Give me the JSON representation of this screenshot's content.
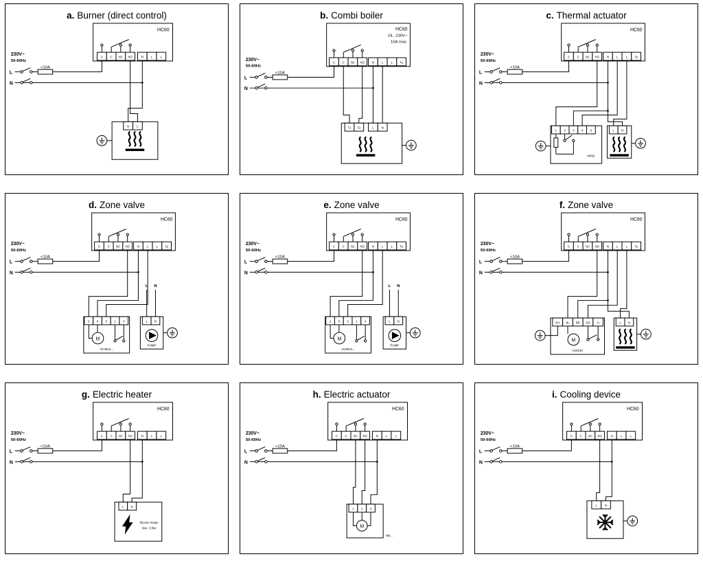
{
  "doc": {
    "bg": "#ffffff",
    "ink": "#000000"
  },
  "panels": [
    {
      "letter": "a.",
      "title": "Burner (direct control)",
      "model": "HC60",
      "voltage": "230V~",
      "freq": "50-60Hz",
      "fuse": "<10A",
      "line": "L",
      "neutral": "N",
      "terminals": [
        "C",
        "C",
        "NC",
        "NO",
        "N",
        "L",
        "L"
      ],
      "load": {
        "terminals": [
          "N",
          "L"
        ]
      }
    },
    {
      "letter": "b.",
      "title": "Combi boiler",
      "model": "HC60",
      "rating1": "24...230V~",
      "rating2": "10A max.",
      "voltage": "230V~",
      "freq": "50-60Hz",
      "fuse": "<10A",
      "line": "L",
      "neutral": "N",
      "terminals": [
        "C",
        "C",
        "NC",
        "NO",
        "N",
        "L",
        "L",
        "Ta"
      ],
      "load": {
        "terminals": [
          "T1",
          "T2",
          "L",
          "N"
        ]
      }
    },
    {
      "letter": "c.",
      "title": "Thermal actuator",
      "model": "HC60",
      "voltage": "230V~",
      "freq": "50-60Hz",
      "fuse": "<10A",
      "line": "L",
      "neutral": "N",
      "terminals": [
        "C",
        "C",
        "NC",
        "NO",
        "N",
        "L",
        "L",
        "Ta"
      ],
      "load": {
        "terminals": [
          "1",
          "2",
          "3",
          "4",
          "5"
        ],
        "label": "M452"
      },
      "load2": {
        "terminals": [
          "L",
          "N"
        ]
      }
    },
    {
      "letter": "d.",
      "title": "Zone valve",
      "model": "HC60",
      "voltage": "230V~",
      "freq": "50-60Hz",
      "fuse": "<10A",
      "line": "L",
      "neutral": "N",
      "terminals": [
        "C",
        "C",
        "NC",
        "NO",
        "N",
        "L",
        "L",
        "Ta"
      ],
      "load": {
        "terminals": [
          "2",
          "6",
          "3",
          "1",
          "4"
        ],
        "motor": "M",
        "label": "VC4613..."
      },
      "pump": {
        "terminals": [
          "L",
          "N"
        ],
        "label": "PUMP"
      },
      "feed": {
        "line": "L",
        "neutral": "N"
      }
    },
    {
      "letter": "e.",
      "title": "Zone valve",
      "model": "HC60",
      "voltage": "230V~",
      "freq": "50-60Hz",
      "fuse": "<10A",
      "line": "L",
      "neutral": "N",
      "terminals": [
        "C",
        "C",
        "NC",
        "NO",
        "N",
        "L",
        "L",
        "Ta"
      ],
      "load": {
        "terminals": [
          "2",
          "6",
          "3",
          "1",
          "4"
        ],
        "motor": "M",
        "label": "VC6613..."
      },
      "pump": {
        "terminals": [
          "L",
          "N"
        ],
        "label": "PUMP"
      },
      "feed": {
        "line": "L",
        "neutral": "N"
      }
    },
    {
      "letter": "f.",
      "title": "Zone valve",
      "model": "HC60",
      "voltage": "230V~",
      "freq": "50-60Hz",
      "fuse": "<10A",
      "line": "L",
      "neutral": "N",
      "terminals": [
        "C",
        "C",
        "NC",
        "NO",
        "N",
        "L",
        "L",
        "Ta"
      ],
      "load": {
        "terminals": [
          "G/Y",
          "BL",
          "BR",
          "GR",
          "O"
        ],
        "motor": "M",
        "label": "V4043H"
      },
      "load2": {
        "terminals": [
          "L",
          "N"
        ]
      }
    },
    {
      "letter": "g.",
      "title": "Electric heater",
      "model": "HC60",
      "voltage": "230V~",
      "freq": "50-60Hz",
      "fuse": "<10A",
      "line": "L",
      "neutral": "N",
      "terminals": [
        "C",
        "C",
        "NC",
        "NO",
        "N",
        "L",
        "L"
      ],
      "load": {
        "terminals": [
          "L",
          "N"
        ],
        "label1": "Electric Heater",
        "label2": "max. 2.3kw"
      }
    },
    {
      "letter": "h.",
      "title": "Electric actuator",
      "model": "HC60",
      "voltage": "230V~",
      "freq": "50-60Hz",
      "fuse": "<10A",
      "line": "L",
      "neutral": "N",
      "terminals": [
        "C",
        "C",
        "NC",
        "NO",
        "N",
        "L",
        "L"
      ],
      "load": {
        "terminals": [
          "1",
          "2",
          "3"
        ],
        "motor": "M",
        "label": "M6..."
      }
    },
    {
      "letter": "i.",
      "title": "Cooling device",
      "model": "HC60",
      "voltage": "230V~",
      "freq": "50-60Hz",
      "fuse": "<10A",
      "line": "L",
      "neutral": "N",
      "terminals": [
        "C",
        "C",
        "NC",
        "NO",
        "N",
        "L",
        "L"
      ],
      "load": {
        "terminals": [
          "L",
          "N"
        ]
      }
    }
  ]
}
